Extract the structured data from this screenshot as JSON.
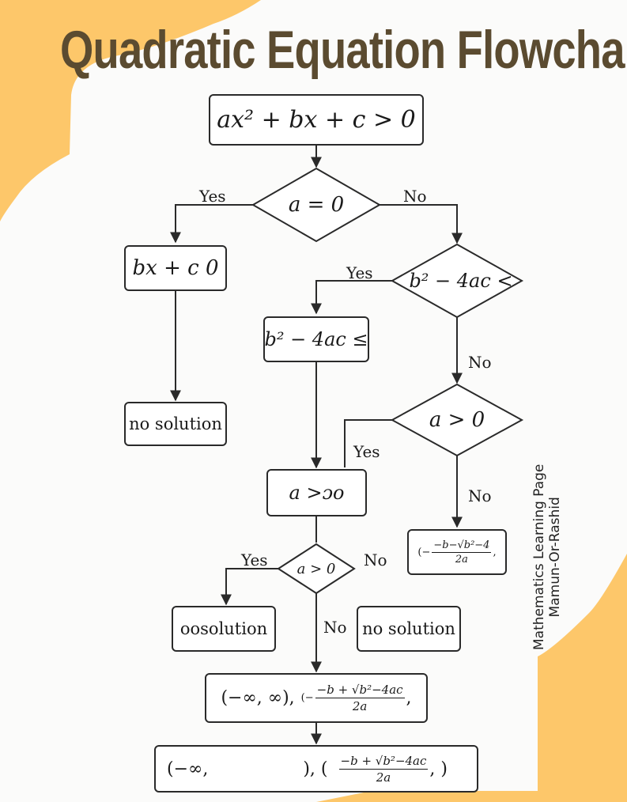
{
  "title": "Quadratic Equation Flowchart",
  "credit": {
    "line1": "Mathematics Learning Page",
    "line2": "Mamun-Or-Rashid"
  },
  "colors": {
    "accent_blob": "#fdc76a",
    "title": "#5b4b30",
    "stroke": "#2a2a2a"
  },
  "nodes": {
    "start": "ax² + bx + c > 0",
    "a_eq_0": "a = 0",
    "linear": "bx + c  0",
    "disc_lt": "b² − 4ac <",
    "disc_le": "b² − 4ac ≤",
    "no_solution_left": "no solution",
    "a_gt_0_right": "a > 0",
    "a_gt_bo": "a >ɔo",
    "root_partial": {
      "prefix": "(−",
      "num": "−b−√b²−4",
      "den": "2a",
      "suffix": ","
    },
    "a_gt_0_small": "a > 0",
    "oo_solution": "oosolution",
    "no_solution_mid": "no solution",
    "interval_all": {
      "main": "(−∞, ∞),",
      "prefix": "(−",
      "num": "−b + √b²−4ac",
      "den": "2a",
      "suffix": ","
    },
    "interval_last": {
      "main": "(−∞,",
      "mid": "), (",
      "num": "−b + √b²−4ac",
      "den": "2a",
      "suffix": ", )"
    }
  },
  "edge_labels": {
    "yes_1": "Yes",
    "no_1": "No",
    "yes_2": "Yes",
    "no_2": "No",
    "yes_3": "Yes",
    "no_3": "No",
    "yes_4": "Yes",
    "no_4": "No",
    "no_5": "No"
  }
}
